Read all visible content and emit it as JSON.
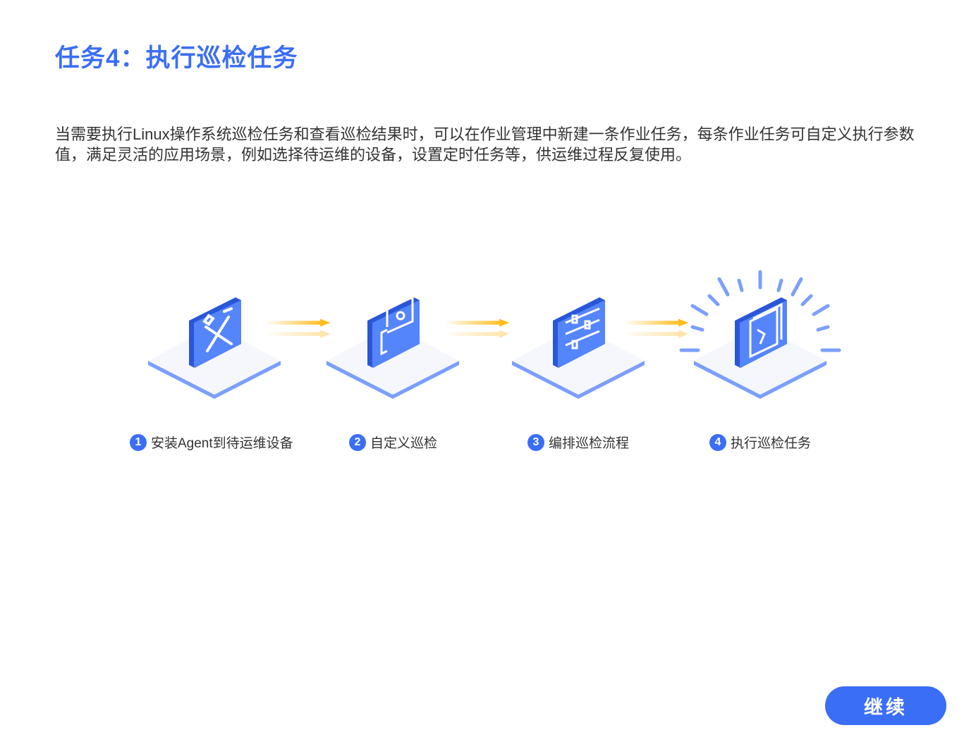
{
  "title": "任务4：执行巡检任务",
  "description": "当需要执行Linux操作系统巡检任务和查看巡检结果时，可以在作业管理中新建一条作业任务，每条作业任务可自定义执行参数值，满足灵活的应用场景，例如选择待运维的设备，设置定时任务等，供运维过程反复使用。",
  "steps": [
    {
      "number": "1",
      "label": "安装Agent到待运维设备",
      "icon": "wrench-screwdriver-icon"
    },
    {
      "number": "2",
      "label": "自定义巡检",
      "icon": "gear-window-icon"
    },
    {
      "number": "3",
      "label": "编排巡检流程",
      "icon": "sliders-icon"
    },
    {
      "number": "4",
      "label": "执行巡检任务",
      "icon": "terminal-icon"
    }
  ],
  "continue_button": "继续",
  "colors": {
    "accent": "#3a6ef6",
    "arrow": "#ffb400",
    "platform": "#f5f7fc",
    "platform_edge": "#7b9ffb"
  }
}
